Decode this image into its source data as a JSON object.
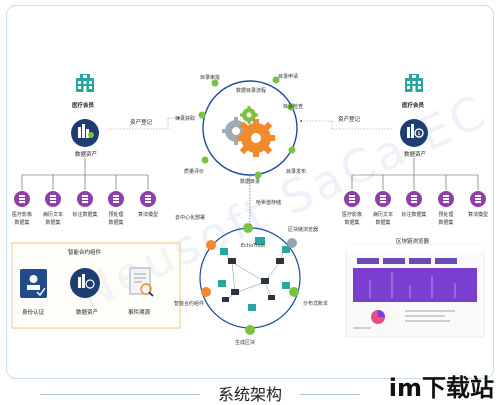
{
  "top": {
    "left_group": {
      "title": "医疗会员",
      "sub": "数据资产"
    },
    "right_group": {
      "title": "医疗会员",
      "sub": "数据资产"
    },
    "left_flow_label": "资产登记",
    "right_flow_label": "资产登记"
  },
  "left_items": [
    {
      "l1": "医疗影像",
      "l2": "数据集"
    },
    {
      "l1": "病历文本",
      "l2": "数据集"
    },
    {
      "l1": "标注数据集",
      "l2": ""
    },
    {
      "l1": "预处理",
      "l2": "数据集"
    },
    {
      "l1": "算法模型",
      "l2": ""
    }
  ],
  "right_items": [
    {
      "l1": "医疗影像",
      "l2": "数据集"
    },
    {
      "l1": "病历文本",
      "l2": "数据集"
    },
    {
      "l1": "标注数据集",
      "l2": ""
    },
    {
      "l1": "预处理",
      "l2": "数据集"
    },
    {
      "l1": "算法模型",
      "l2": ""
    }
  ],
  "catalog_cycle": {
    "center": "数据目录流程",
    "steps": [
      "目录审批",
      "目录申请",
      "目录检查",
      "目录发布",
      "数据目录",
      "质量评价",
      "目录获取"
    ]
  },
  "chain_cycle": {
    "labels": [
      "哈希值存储",
      "区块链浏览器",
      "分布式账本",
      "生成区块",
      "智能合约组件",
      "去中心化部署"
    ],
    "center": "EchoTrust"
  },
  "smart_contract": {
    "title": "智能合约组件",
    "items": [
      "身份认证",
      "数据资产",
      "事件溯源"
    ]
  },
  "browser": {
    "title": "区块链浏览器"
  },
  "bottom": {
    "title": "系统架构",
    "logo": "im下载站"
  },
  "watermark": "Neusoft SaCa EC",
  "colors": {
    "blue": "#1e3e73",
    "green": "#7cc23f",
    "orange": "#f08a2c",
    "gray": "#9aa2ab",
    "purple": "#8e3fa8",
    "teal": "#2aa5a0",
    "line": "#1b4aa0"
  }
}
